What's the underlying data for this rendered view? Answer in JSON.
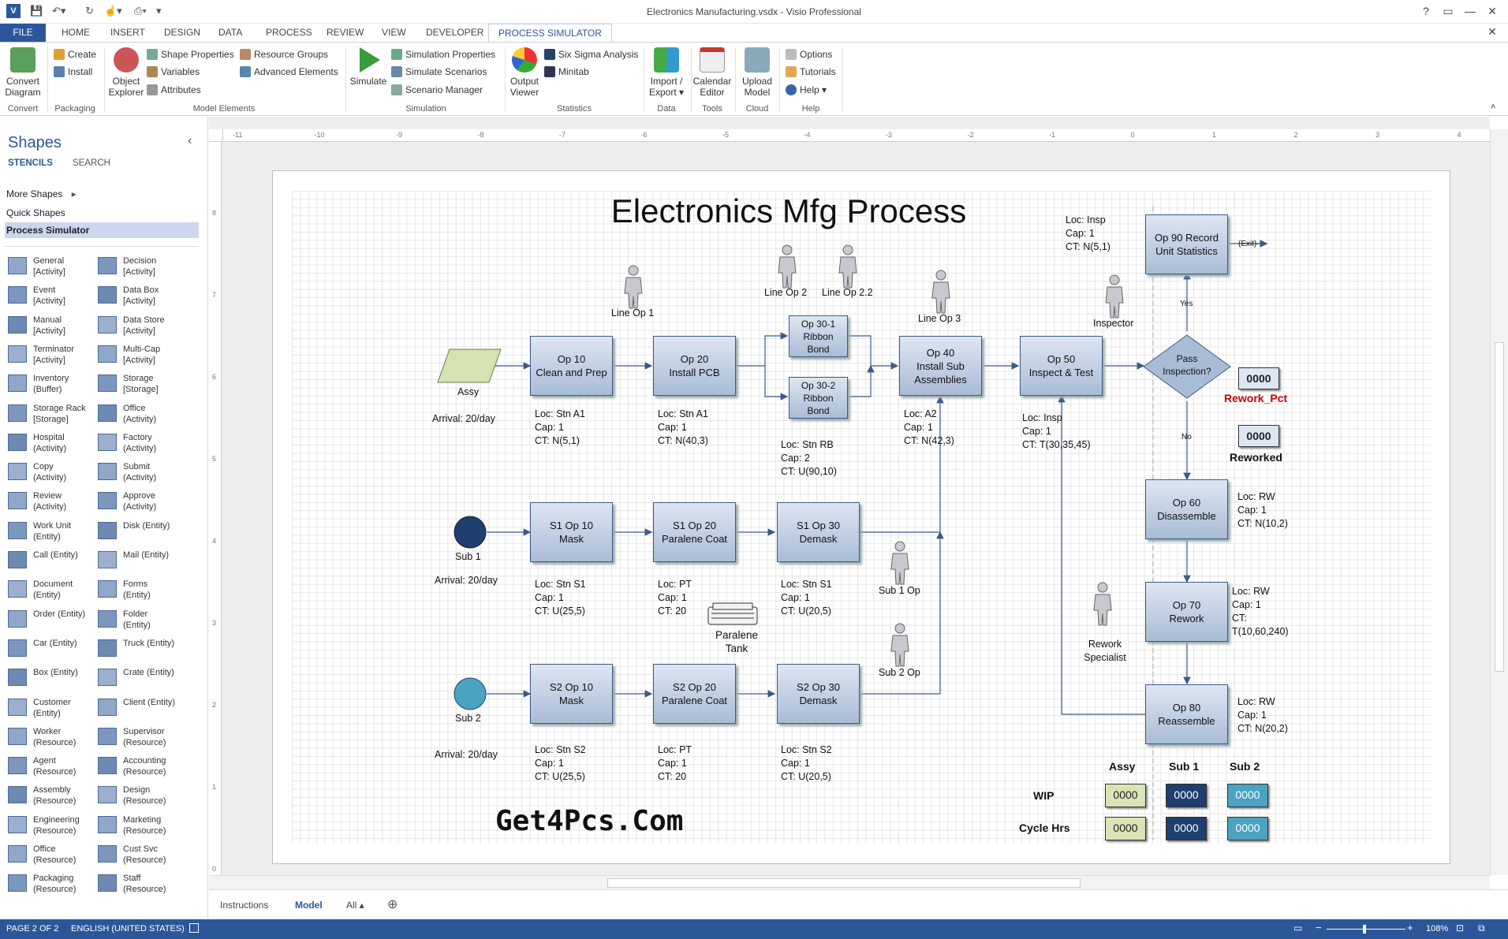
{
  "window": {
    "title": "Electronics Manufacturing.vsdx - Visio Professional",
    "help": "?",
    "minimize": "—",
    "restore": "❐",
    "close": "✕",
    "close_doc": "✕"
  },
  "tabs": [
    "FILE",
    "HOME",
    "INSERT",
    "DESIGN",
    "DATA",
    "PROCESS",
    "REVIEW",
    "VIEW",
    "DEVELOPER",
    "PROCESS SIMULATOR"
  ],
  "ribbon": {
    "convert": "Convert\nDiagram",
    "create": "Create",
    "install": "Install",
    "object_explorer": "Object\nExplorer",
    "shape_properties": "Shape Properties",
    "variables": "Variables",
    "attributes": "Attributes",
    "resource_groups": "Resource Groups",
    "advanced_elements": "Advanced Elements",
    "simulate": "Simulate",
    "simulation_properties": "Simulation Properties",
    "simulate_scenarios": "Simulate Scenarios",
    "scenario_manager": "Scenario Manager",
    "output_viewer": "Output\nViewer",
    "six_sigma": "Six Sigma Analysis",
    "minitab": "Minitab",
    "import_export": "Import /\nExport ▾",
    "calendar_editor": "Calendar\nEditor",
    "upload_model": "Upload\nModel",
    "options": "Options",
    "tutorials": "Tutorials",
    "help": "Help ▾",
    "groups": {
      "convert": "Convert",
      "packaging": "Packaging",
      "model_elements": "Model Elements",
      "simulation": "Simulation",
      "statistics": "Statistics",
      "data": "Data",
      "tools": "Tools",
      "cloud": "Cloud",
      "help": "Help"
    }
  },
  "pane": {
    "title": "Shapes",
    "stencils": "STENCILS",
    "search": "SEARCH",
    "more_shapes": "More Shapes",
    "quick_shapes": "Quick Shapes",
    "process_simulator": "Process Simulator",
    "collapse": "‹",
    "items": [
      [
        "General\n[Activity]",
        "Decision\n[Activity]"
      ],
      [
        "Event\n[Activity]",
        "Data Box\n[Activity]"
      ],
      [
        "Manual\n[Activity]",
        "Data Store\n[Activity]"
      ],
      [
        "Terminator\n[Activity]",
        "Multi-Cap\n[Activity]"
      ],
      [
        "Inventory\n(Buffer)",
        "Storage\n[Storage]"
      ],
      [
        "Storage Rack\n[Storage]",
        "Office\n(Activity)"
      ],
      [
        "Hospital\n(Activity)",
        "Factory\n(Activity)"
      ],
      [
        "Copy\n(Activity)",
        "Submit\n(Activity)"
      ],
      [
        "Review\n(Activity)",
        "Approve\n(Activity)"
      ],
      [
        "Work Unit\n(Entity)",
        "Disk (Entity)"
      ],
      [
        "Call (Entity)",
        "Mail (Entity)"
      ],
      [
        "Document\n(Entity)",
        "Forms\n(Entity)"
      ],
      [
        "Order (Entity)",
        "Folder\n(Entity)"
      ],
      [
        "Car (Entity)",
        "Truck (Entity)"
      ],
      [
        "Box (Entity)",
        "Crate (Entity)"
      ],
      [
        "Customer\n(Entity)",
        "Client (Entity)"
      ],
      [
        "Worker\n(Resource)",
        "Supervisor\n(Resource)"
      ],
      [
        "Agent\n(Resource)",
        "Accounting\n(Resource)"
      ],
      [
        "Assembly\n(Resource)",
        "Design\n(Resource)"
      ],
      [
        "Engineering\n(Resource)",
        "Marketing\n(Resource)"
      ],
      [
        "Office\n(Resource)",
        "Cust Svc\n(Resource)"
      ],
      [
        "Packaging\n(Resource)",
        "Staff\n(Resource)"
      ]
    ]
  },
  "ruler": [
    "-11",
    "-10",
    "-9",
    "-8",
    "-7",
    "-6",
    "-5",
    "-4",
    "-3",
    "-2",
    "-1",
    "0",
    "1",
    "2",
    "3",
    "4"
  ],
  "vruler": [
    "8",
    "7",
    "6",
    "5",
    "4",
    "3",
    "2",
    "1",
    "0"
  ],
  "diagram": {
    "title": "Electronics Mfg Process",
    "assy": "Assy",
    "arrival_assy": "Arrival: 20/day",
    "op10": "Op 10\nClean and Prep",
    "op10_info": "Loc: Stn A1\nCap: 1\nCT: N(5,1)",
    "op20": "Op 20\nInstall PCB",
    "op20_info": "Loc: Stn A1\nCap: 1\nCT: N(40,3)",
    "op30_1": "Op 30-1\nRibbon\nBond",
    "op30_2": "Op 30-2\nRibbon\nBond",
    "op30_info": "Loc: Stn RB\nCap: 2\nCT: U(90,10)",
    "op40": "Op 40\nInstall Sub\nAssemblies",
    "op40_info": "Loc: A2\nCap: 1\nCT: N(42,3)",
    "op50": "Op 50\nInspect & Test",
    "op50_info": "Loc: Insp\nCap: 1\nCT: T(30,35,45)",
    "op90": "Op 90 Record\nUnit Statistics",
    "op90_info": "Loc: Insp\nCap: 1\nCT: N(5,1)",
    "exit": "(Exit)",
    "pass": "Pass\nInspection?",
    "yes": "Yes",
    "no": "No",
    "rework_pct_val": "0000",
    "rework_pct": "Rework_Pct",
    "reworked_val": "0000",
    "reworked": "Reworked",
    "op60": "Op 60\nDisassemble",
    "op60_info": "Loc: RW\nCap: 1\nCT: N(10,2)",
    "op70": "Op 70\nRework",
    "op70_info": "Loc: RW\nCap: 1\nCT:\nT(10,60,240)",
    "op80": "Op 80\nReassemble",
    "op80_info": "Loc: RW\nCap: 1\nCT: N(20,2)",
    "line_op1": "Line Op 1",
    "line_op2": "Line Op 2",
    "line_op22": "Line Op 2.2",
    "line_op3": "Line Op 3",
    "inspector": "Inspector",
    "rework_specialist": "Rework\nSpecialist",
    "sub1": "Sub 1",
    "arrival_sub1": "Arrival: 20/day",
    "s1op10": "S1 Op 10\nMask",
    "s1op10_info": "Loc: Stn S1\nCap: 1\nCT: U(25,5)",
    "s1op20": "S1 Op 20\nParalene Coat",
    "s1op20_info": "Loc: PT\nCap: 1\nCT: 20",
    "s1op30": "S1 Op 30\nDemask",
    "s1op30_info": "Loc: Stn S1\nCap: 1\nCT: U(20,5)",
    "sub1op": "Sub 1 Op",
    "paralene": "Paralene\nTank",
    "sub2op": "Sub 2 Op",
    "sub2": "Sub 2",
    "arrival_sub2": "Arrival: 20/day",
    "s2op10": "S2 Op 10\nMask",
    "s2op10_info": "Loc: Stn S2\nCap: 1\nCT: U(25,5)",
    "s2op20": "S2 Op 20\nParalene Coat",
    "s2op20_info": "Loc: PT\nCap: 1\nCT: 20",
    "s2op30": "S2 Op 30\nDemask",
    "s2op30_info": "Loc: Stn S2\nCap: 1\nCT: U(20,5)",
    "table": {
      "col_assy": "Assy",
      "col_sub1": "Sub 1",
      "col_sub2": "Sub 2",
      "row_wip": "WIP",
      "row_cycle": "Cycle Hrs",
      "wip": [
        "0000",
        "0000",
        "0000"
      ],
      "cycle": [
        "0000",
        "0000",
        "0000"
      ]
    },
    "watermark": "Get4Pcs.Com"
  },
  "page_tabs": {
    "instructions": "Instructions",
    "model": "Model",
    "all": "All ▴",
    "add": "⊕"
  },
  "status": {
    "page": "PAGE 2 OF 2",
    "language": "ENGLISH (UNITED STATES)",
    "zoom": "108%"
  },
  "colors": {
    "accent": "#2b579a",
    "red": "#cc0000",
    "assy_wip": "#d9e4b7",
    "sub1": "#1f3f6e",
    "sub2": "#4aa3c0"
  }
}
